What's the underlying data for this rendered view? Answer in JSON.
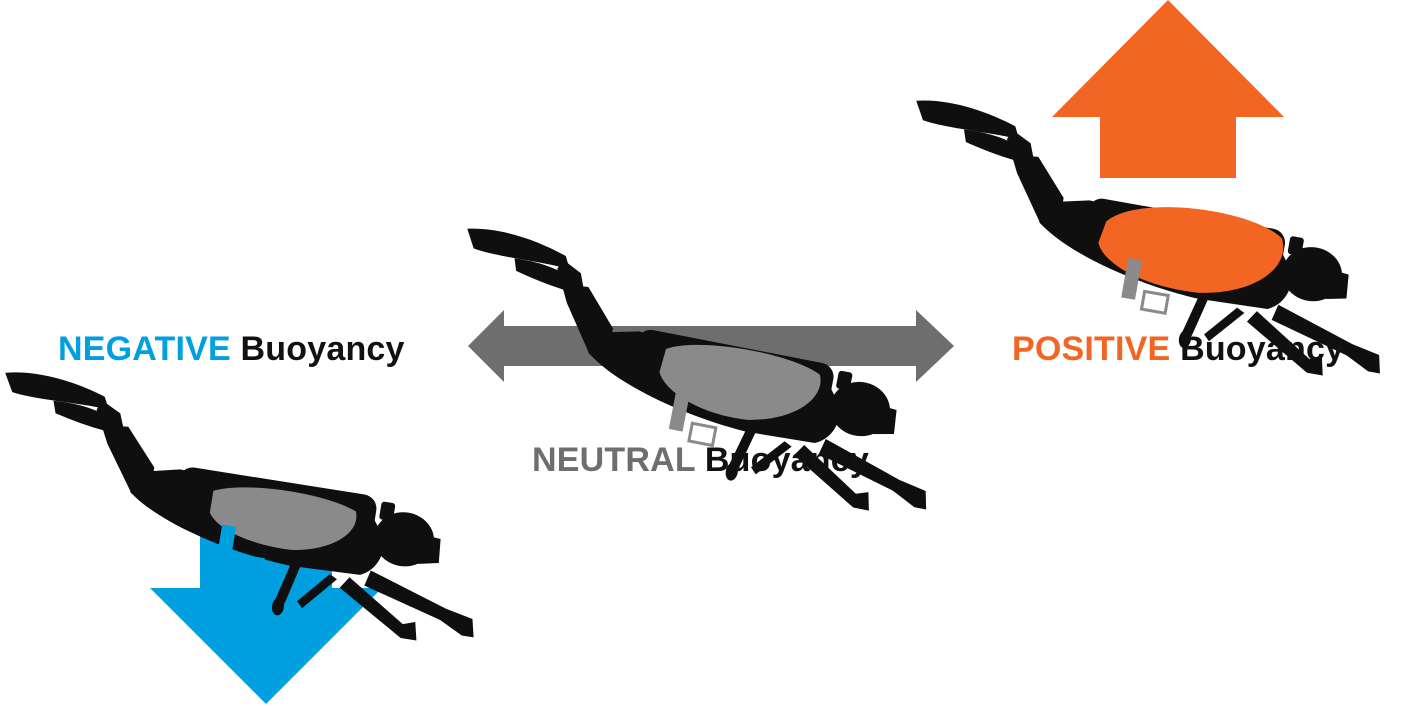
{
  "colors": {
    "negative": "#009FE0",
    "neutral": "#6E6E6E",
    "positive": "#F26522",
    "silhouette": "#0F0F0F",
    "bcd_deflated": "#8A8A8A",
    "buckle": "#8A8A8A",
    "buckle_negative": "#009FE0",
    "background": "#FFFFFF"
  },
  "states": {
    "negative": {
      "keyword": "NEGATIVE",
      "word": "Buoyancy",
      "arrow": "down-arrow-icon"
    },
    "neutral": {
      "keyword": "NEUTRAL",
      "word": "Buoyancy",
      "arrow": "left-right-arrow-icon"
    },
    "positive": {
      "keyword": "POSITIVE",
      "word": "Buoyancy",
      "arrow": "up-arrow-icon"
    }
  }
}
